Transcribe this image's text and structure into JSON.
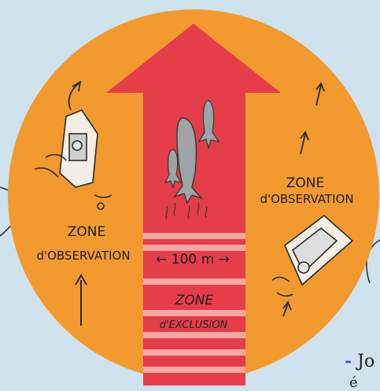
{
  "zones": {
    "observation_left": {
      "line1": "ZONE",
      "line2": "d'OBSERVATION"
    },
    "observation_right": {
      "line1": "ZONE",
      "line2": "d'OBSERVATION"
    },
    "exclusion": {
      "line1": "ZONE",
      "line2": "d'EXCLUSION"
    },
    "distance_label": "← 100 m →"
  },
  "bottom_text": {
    "dash": "-",
    "fragment": "Jo",
    "fragment2": "é"
  },
  "colors": {
    "circle": "#f29a2e",
    "exclusion": "#e63d4a",
    "stripes": "#f8a8a2",
    "background": "#cfe3ee"
  }
}
